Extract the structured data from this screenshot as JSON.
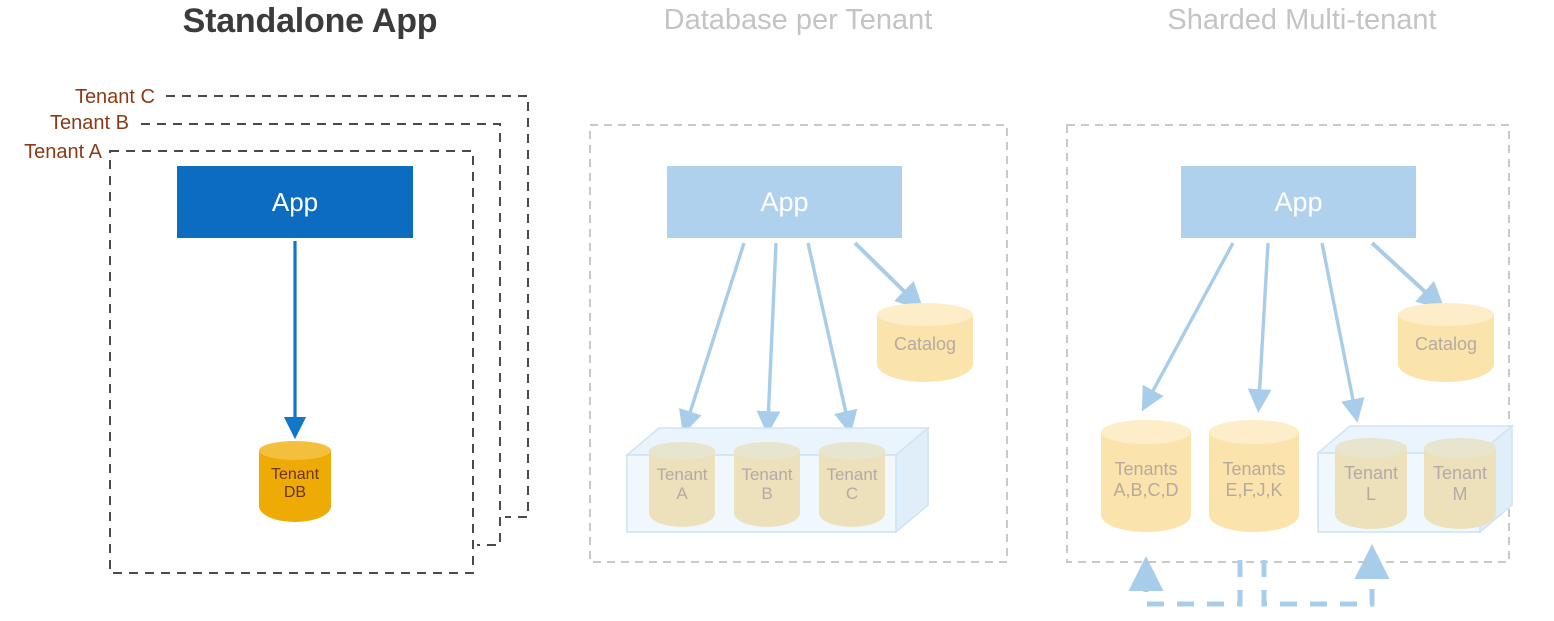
{
  "panels": [
    {
      "id": "standalone",
      "title": "Standalone App",
      "app_label": "App",
      "tenant_frames": [
        "Tenant C",
        "Tenant B",
        "Tenant A"
      ],
      "database_label": "Tenant\nDB"
    },
    {
      "id": "database-per-tenant",
      "title": "Database per Tenant",
      "app_label": "App",
      "catalog_label": "Catalog",
      "tenant_databases": [
        "Tenant\nA",
        "Tenant\nB",
        "Tenant\nC"
      ]
    },
    {
      "id": "sharded-multi-tenant",
      "title": "Sharded Multi-tenant",
      "app_label": "App",
      "catalog_label": "Catalog",
      "shards": [
        "Tenants\nA,B,C,D",
        "Tenants\nE,F,J,K"
      ],
      "boxed_shards": [
        "Tenant\nL",
        "Tenant\nM"
      ]
    }
  ],
  "colors": {
    "title_active": "#3b3b3b",
    "title_muted": "#c4c4c4",
    "app_active": "#0c6cbf",
    "app_muted": "#b0d1ee",
    "tenant_label": "#8a3b16",
    "database_active": "#eeab05",
    "database_muted": "#fbe4ab",
    "arrow_active": "#1277c8",
    "arrow_muted": "#a8cdea",
    "frame_dash": "#5a5a5a",
    "container_dash": "#c9c9c9",
    "server_box": "#e9f3fb"
  }
}
